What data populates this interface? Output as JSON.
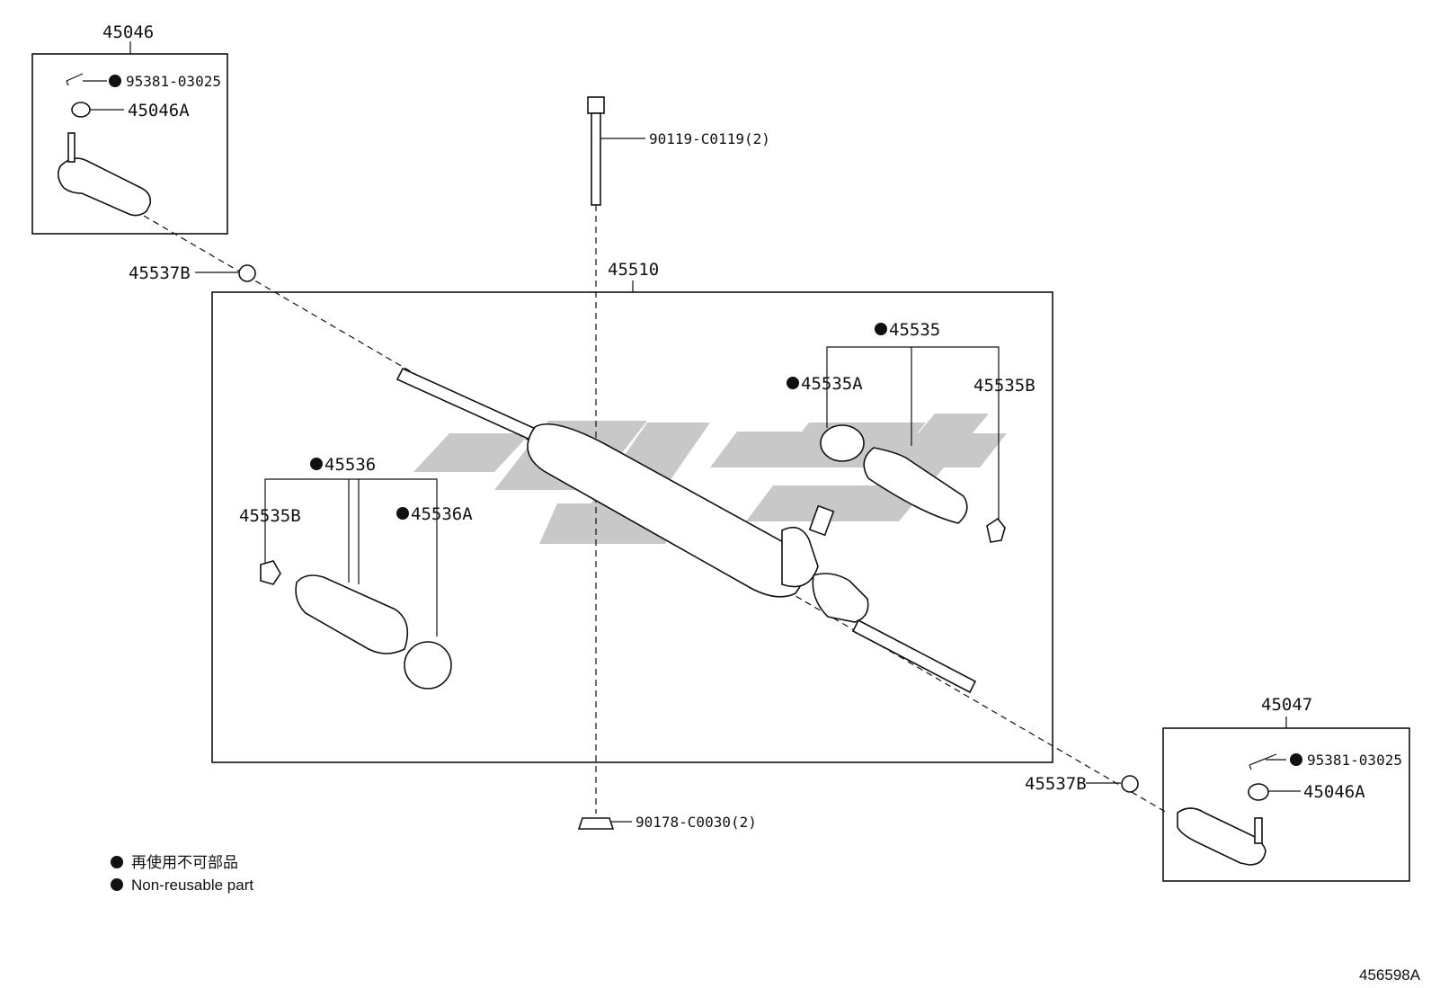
{
  "diagram_id": "456598A",
  "watermark_color": "#c8c8c8",
  "labels": {
    "tie_rod_end_lh": "45046",
    "tie_rod_end_rh": "45047",
    "cotter_pin_lh": "95381-03025",
    "cotter_pin_rh": "95381-03025",
    "nut_lh": "45046A",
    "nut_rh": "45046A",
    "bolt": "90119-C0119(2)",
    "rack_assy": "45510",
    "lock_nut_lh": "45537B",
    "lock_nut_rh": "45537B",
    "boot_kit_rh": "45535",
    "clamp_rh_a": "45535A",
    "clamp_rh_b": "45535B",
    "boot_kit_lh": "45536",
    "clamp_lh_b": "45535B",
    "clamp_lh_a": "45536A",
    "nut_bottom": "90178-C0030(2)"
  },
  "legend": {
    "line_cn": "再使用不可部品",
    "line_en": "Non-reusable part"
  }
}
